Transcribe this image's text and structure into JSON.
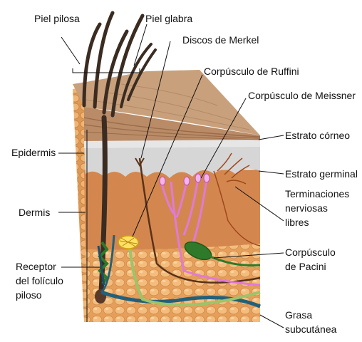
{
  "labels": {
    "piel_pilosa": "Piel pilosa",
    "piel_glabra": "Piel glabra",
    "discos_merkel": "Discos de Merkel",
    "ruffini": "Corpúsculo de Ruffini",
    "meissner": "Corpúsculo de Meissner",
    "epidermis": "Epidermis",
    "dermis": "Dermis",
    "receptor_line1": "Receptor",
    "receptor_line2": "del folículo",
    "receptor_line3": "piloso",
    "estrato_corneo": "Estrato córneo",
    "estrato_germinal": "Estrato germinal",
    "terminaciones_line1": "Terminaciones",
    "terminaciones_line2": "nerviosas",
    "terminaciones_line3": "libres",
    "pacini_line1": "Corpúsculo",
    "pacini_line2": "de Pacini",
    "grasa_line1": "Grasa",
    "grasa_line2": "subcutánea"
  },
  "colors": {
    "surface": "#c9a07c",
    "epidermis": "#d6d6d6",
    "dermis": "#d3874f",
    "fat": "#f0b574",
    "hair": "#3b2c22",
    "meissner_nerve": "#e07ad8",
    "green_nerve": "#9cc46a",
    "blue_nerve": "#23607a",
    "pacini": "#2e7a2a"
  }
}
